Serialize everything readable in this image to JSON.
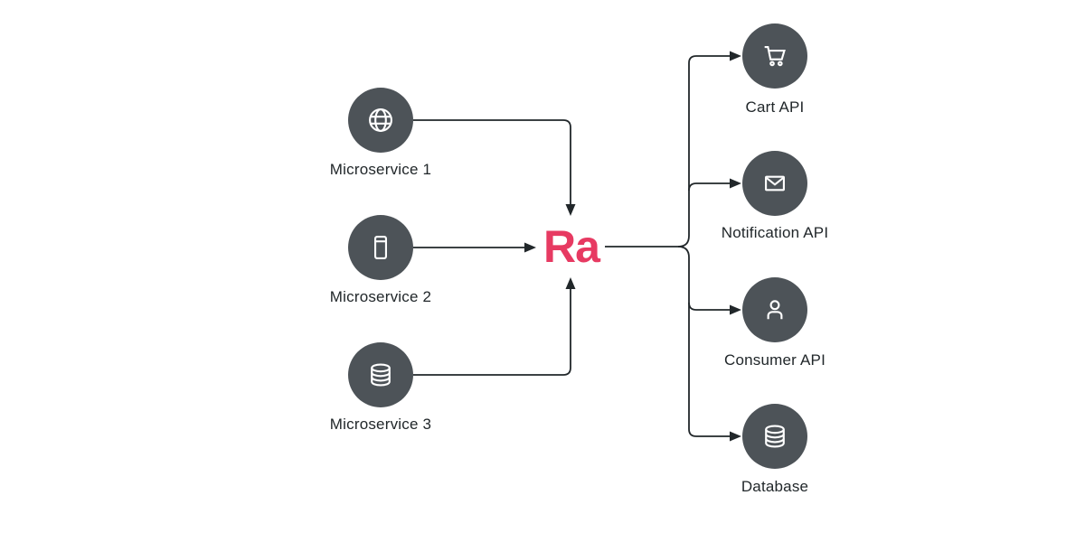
{
  "center": {
    "label": "Ra"
  },
  "left_nodes": [
    {
      "label": "Microservice 1",
      "icon": "globe-icon"
    },
    {
      "label": "Microservice 2",
      "icon": "mobile-icon"
    },
    {
      "label": "Microservice 3",
      "icon": "database-icon"
    }
  ],
  "right_nodes": [
    {
      "label": "Cart API",
      "icon": "cart-icon"
    },
    {
      "label": "Notification API",
      "icon": "email-icon"
    },
    {
      "label": "Consumer API",
      "icon": "user-icon"
    },
    {
      "label": "Database",
      "icon": "database-icon"
    }
  ],
  "colors": {
    "node_fill": "#4d5358",
    "icon_stroke": "#ffffff",
    "wire": "#21272a",
    "label_text": "#21272a",
    "accent": "#e73a62",
    "background": "#ffffff"
  }
}
